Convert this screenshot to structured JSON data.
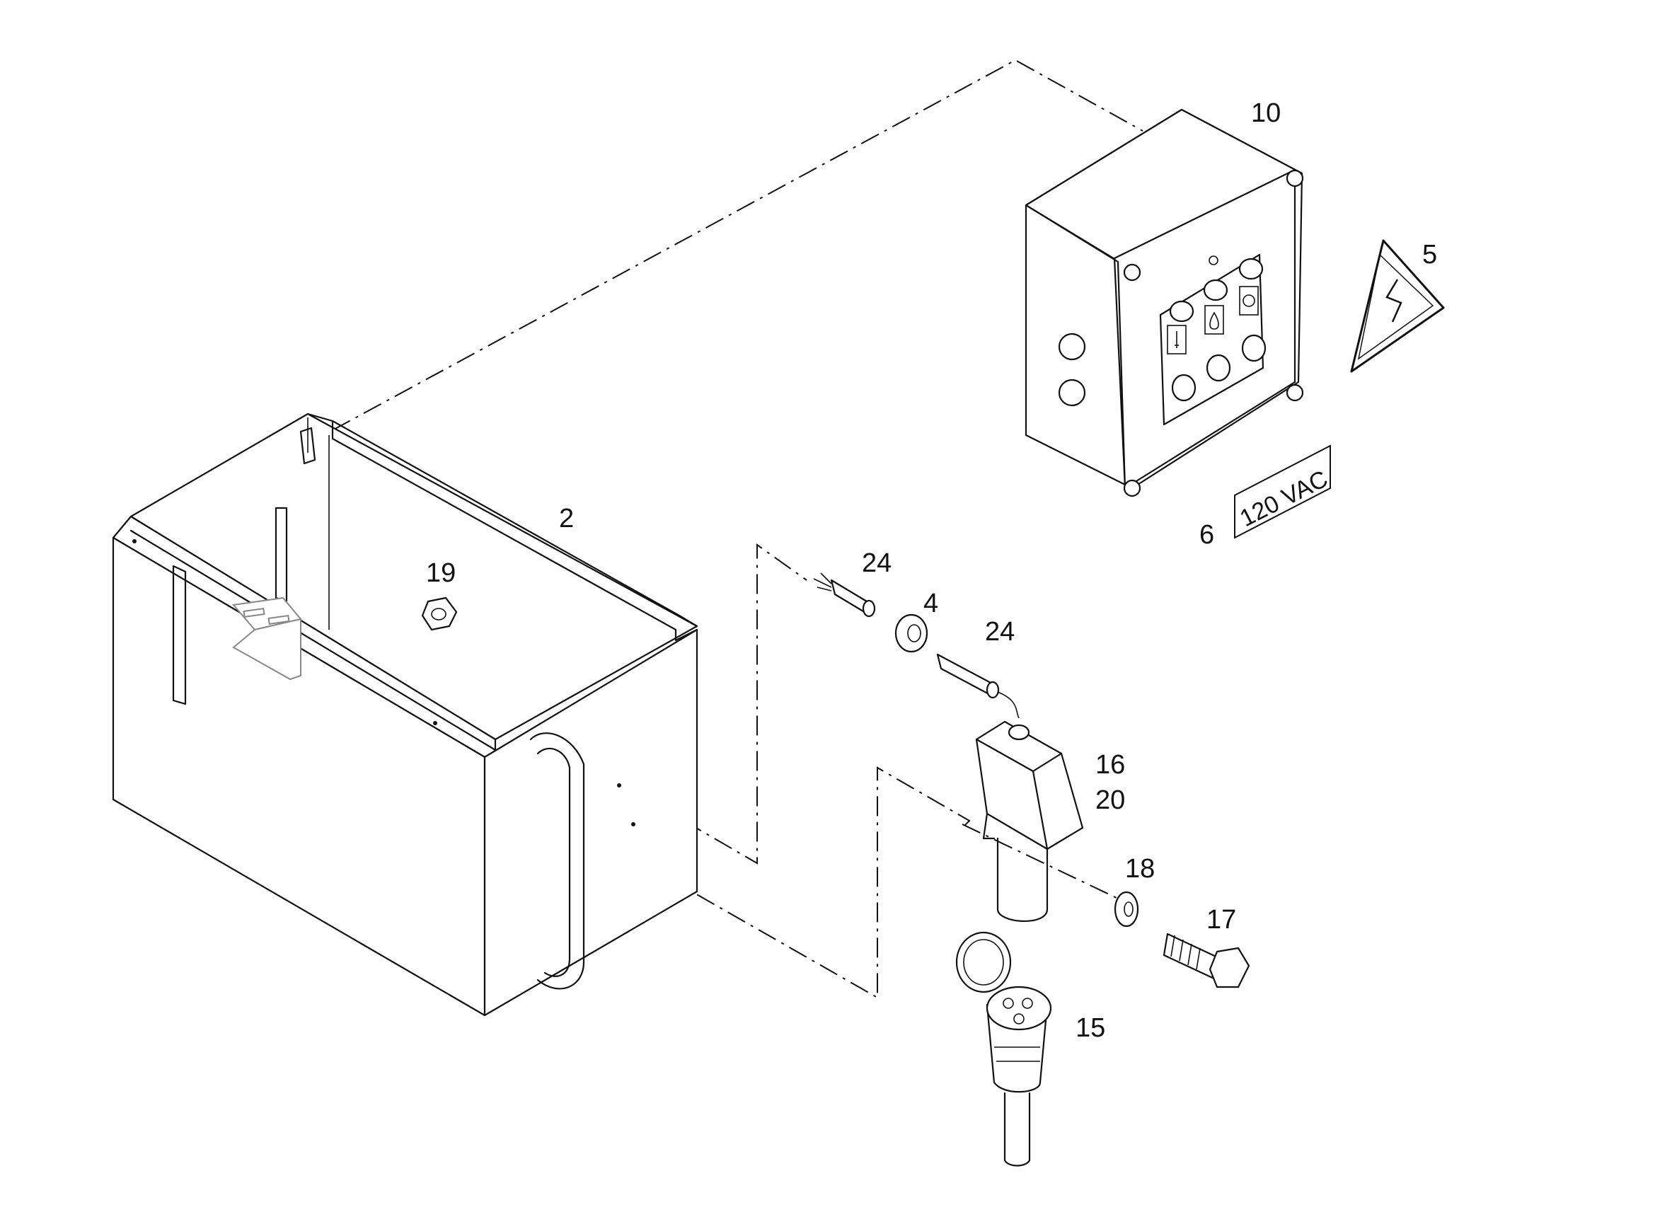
{
  "callouts": [
    {
      "id": "c2",
      "text": "2"
    },
    {
      "id": "c4",
      "text": "4"
    },
    {
      "id": "c5",
      "text": "5"
    },
    {
      "id": "c6",
      "text": "6"
    },
    {
      "id": "c10",
      "text": "10"
    },
    {
      "id": "c15",
      "text": "15"
    },
    {
      "id": "c16",
      "text": "16"
    },
    {
      "id": "c17",
      "text": "17"
    },
    {
      "id": "c18",
      "text": "18"
    },
    {
      "id": "c19",
      "text": "19"
    },
    {
      "id": "c20",
      "text": "20"
    },
    {
      "id": "c24a",
      "text": "24"
    },
    {
      "id": "c24b",
      "text": "24"
    }
  ],
  "voltage_tag": "120 VAC",
  "colors": {
    "line": "#111111",
    "background": "#ffffff"
  },
  "icons": [
    "high-voltage-warning-icon",
    "thermometer-icon",
    "water-drop-icon",
    "pump-icon"
  ]
}
